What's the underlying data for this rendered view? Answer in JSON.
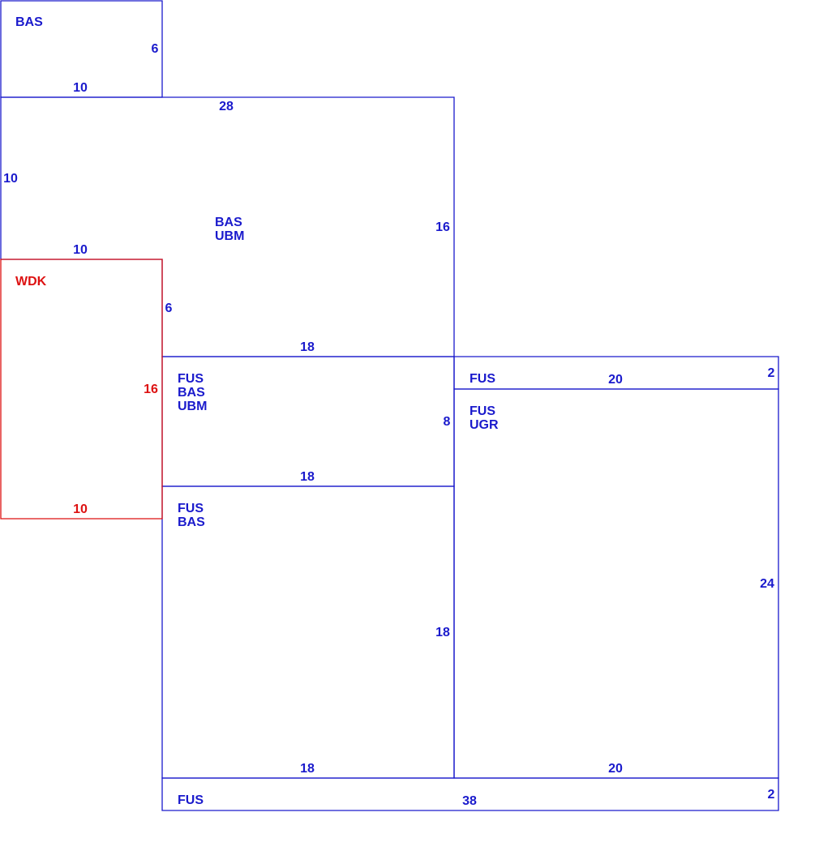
{
  "colors": {
    "default": "#1a1acc",
    "highlight": "#dd1111",
    "background": "#ffffff"
  },
  "areas": [
    {
      "id": "bas-top",
      "codes": [
        "BAS"
      ],
      "highlighted": false
    },
    {
      "id": "bas-ubm-main",
      "codes": [
        "BAS",
        "UBM"
      ],
      "highlighted": false
    },
    {
      "id": "wdk",
      "codes": [
        "WDK"
      ],
      "highlighted": true
    },
    {
      "id": "fus-bas-ubm",
      "codes": [
        "FUS",
        "BAS",
        "UBM"
      ],
      "highlighted": false
    },
    {
      "id": "fus-bas",
      "codes": [
        "FUS",
        "BAS"
      ],
      "highlighted": false
    },
    {
      "id": "fus-strip-top",
      "codes": [
        "FUS"
      ],
      "highlighted": false
    },
    {
      "id": "fus-ugr",
      "codes": [
        "FUS",
        "UGR"
      ],
      "highlighted": false
    },
    {
      "id": "fus-strip-bottom",
      "codes": [
        "FUS"
      ],
      "highlighted": false
    }
  ],
  "dimensions": [
    {
      "id": "bas-top-right",
      "value": "6",
      "highlighted": false
    },
    {
      "id": "bas-top-bottom",
      "value": "10",
      "highlighted": false
    },
    {
      "id": "main-top",
      "value": "28",
      "highlighted": false
    },
    {
      "id": "main-left",
      "value": "10",
      "highlighted": false
    },
    {
      "id": "main-bottom-left",
      "value": "10",
      "highlighted": false
    },
    {
      "id": "main-right",
      "value": "16",
      "highlighted": false
    },
    {
      "id": "main-step",
      "value": "6",
      "highlighted": false
    },
    {
      "id": "main-bottom",
      "value": "18",
      "highlighted": false
    },
    {
      "id": "wdk-right",
      "value": "16",
      "highlighted": true
    },
    {
      "id": "wdk-bottom",
      "value": "10",
      "highlighted": true
    },
    {
      "id": "fbu-right",
      "value": "8",
      "highlighted": false
    },
    {
      "id": "fbu-bottom",
      "value": "18",
      "highlighted": false
    },
    {
      "id": "fb-right",
      "value": "18",
      "highlighted": false
    },
    {
      "id": "fb-bottom",
      "value": "18",
      "highlighted": false
    },
    {
      "id": "strip-top-length",
      "value": "20",
      "highlighted": false
    },
    {
      "id": "strip-top-depth",
      "value": "2",
      "highlighted": false
    },
    {
      "id": "ugr-right",
      "value": "24",
      "highlighted": false
    },
    {
      "id": "ugr-bottom",
      "value": "20",
      "highlighted": false
    },
    {
      "id": "strip-bottom-length",
      "value": "38",
      "highlighted": false
    },
    {
      "id": "strip-bottom-depth",
      "value": "2",
      "highlighted": false
    }
  ]
}
